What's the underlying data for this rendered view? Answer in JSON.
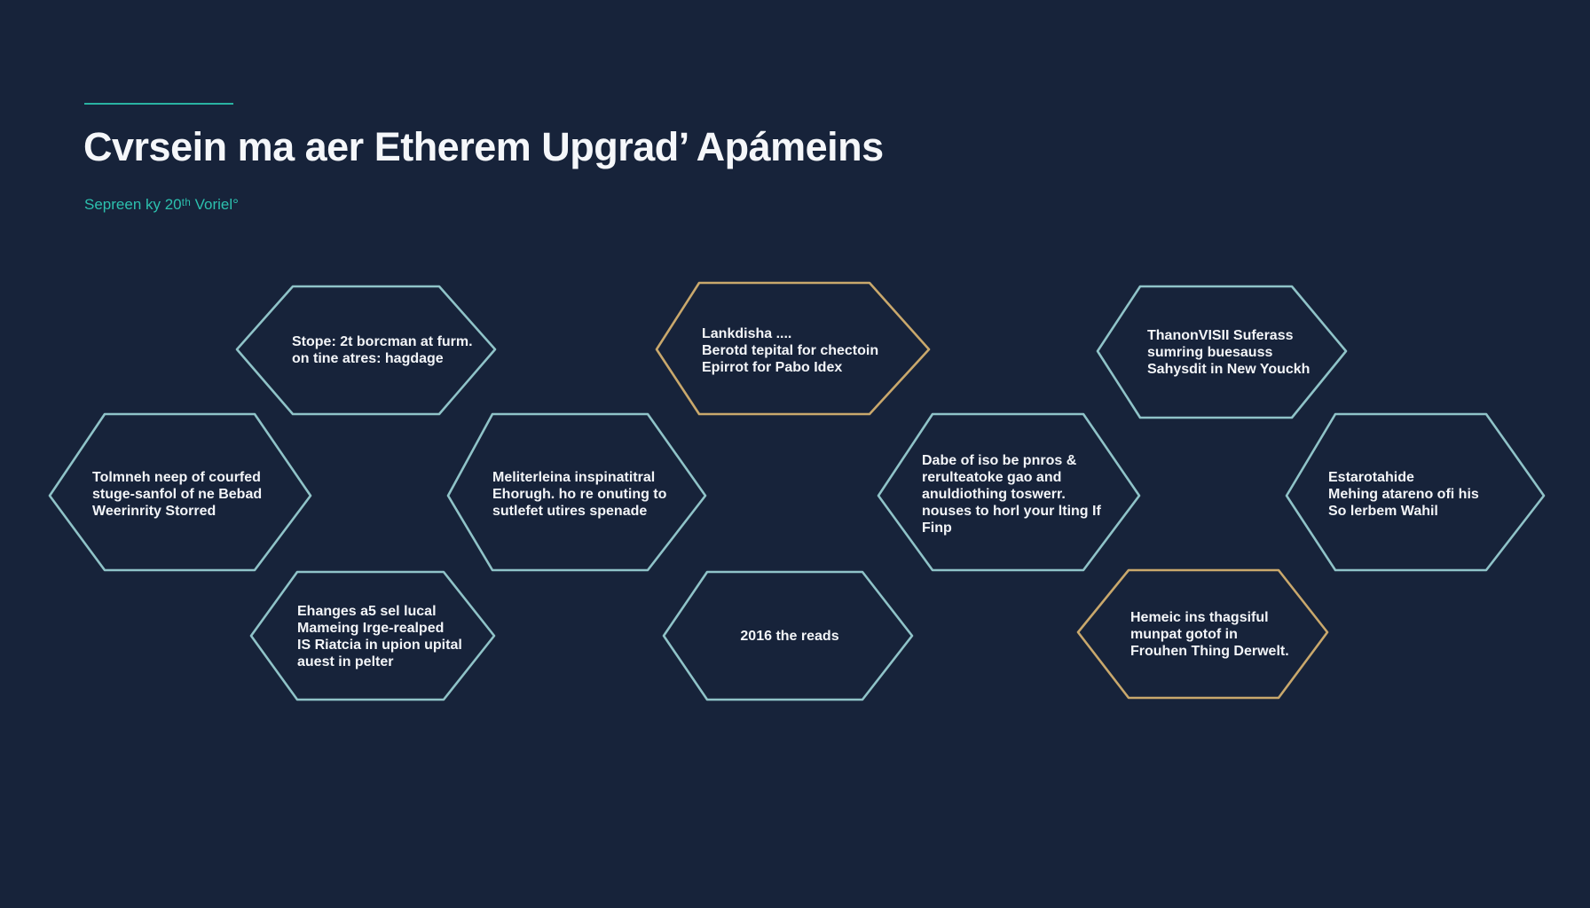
{
  "header": {
    "title": "Cvrsein ma aer Etherem Upgrad’ Apámeins",
    "subtitle": "Sepreen ky 20ᵗʰ Voriel°"
  },
  "colors": {
    "background": "#17233a",
    "accent": "#2ab3a2",
    "hex_teal": "#8fc3c8",
    "hex_gold": "#c9a86c"
  },
  "nodes": [
    {
      "id": "n1",
      "label": "Stope: 2t borcman at furm.\non tine atres: hagdage",
      "border": "teal"
    },
    {
      "id": "n2",
      "label": "Lankdisha ....\nBerotd tepital for chectoin\nEpirrot for Pabo Idex",
      "border": "gold"
    },
    {
      "id": "n3",
      "label": "ThanonVISII Suferass\nsumring buesauss\nSahysdit in New Youckh",
      "border": "teal"
    },
    {
      "id": "n4",
      "label": "Tolmneh neep of courfed\nstuge-sanfol of ne Bebad\nWeerinrity Storred",
      "border": "teal"
    },
    {
      "id": "n5",
      "label": "Meliterleina inspinatitral\nEhorugh. ho re onuting to\nsutlefet utires spenade",
      "border": "teal"
    },
    {
      "id": "n6",
      "label": "Dabe of iso be pnros &\nrerulteatoke gao and\nanuldiothing toswerr.\nnouses to horl your lting If\nFinp",
      "border": "teal"
    },
    {
      "id": "n7",
      "label": "Estarotahide\nMehing atareno ofi his\nSo lerbem Wahil",
      "border": "teal"
    },
    {
      "id": "n8",
      "label": "Ehanges a5 sel lucal\nMameing Irge-realped\nIS Riatcia in upion upital\nauest in pelter",
      "border": "teal"
    },
    {
      "id": "n9",
      "label": "2016 the reads",
      "border": "teal"
    },
    {
      "id": "n10",
      "label": "Hemeic ins thagsiful\nmunpat gotof in\nFrouhen Thing Derwelt.",
      "border": "gold"
    }
  ]
}
